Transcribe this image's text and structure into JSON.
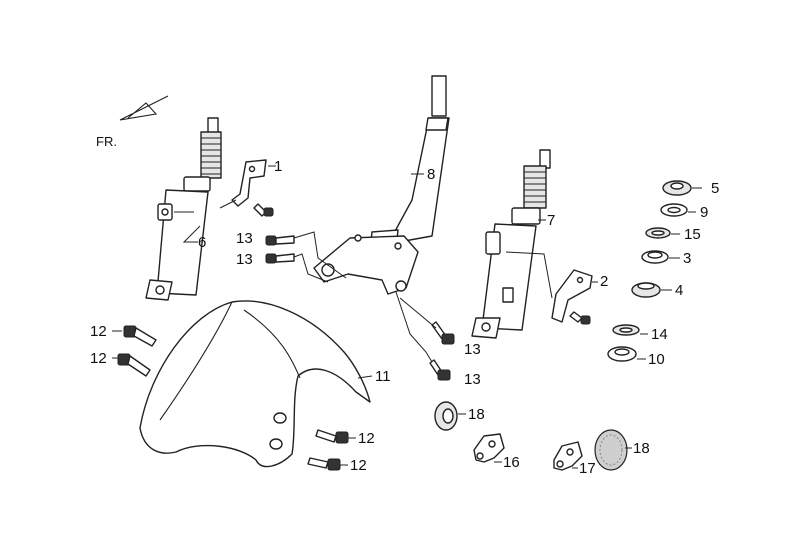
{
  "front_marker": "FR.",
  "callouts": {
    "c1": "1",
    "c2": "2",
    "c3": "3",
    "c4": "4",
    "c5": "5",
    "c6": "6",
    "c7": "7",
    "c8": "8",
    "c9": "9",
    "c10": "10",
    "c11": "11",
    "c12a": "12",
    "c12b": "12",
    "c12c": "12",
    "c12d": "12",
    "c13a": "13",
    "c13b": "13",
    "c13c": "13",
    "c13d": "13",
    "c14": "14",
    "c15": "15",
    "c16": "16",
    "c17": "17",
    "c18a": "18",
    "c18b": "18"
  }
}
